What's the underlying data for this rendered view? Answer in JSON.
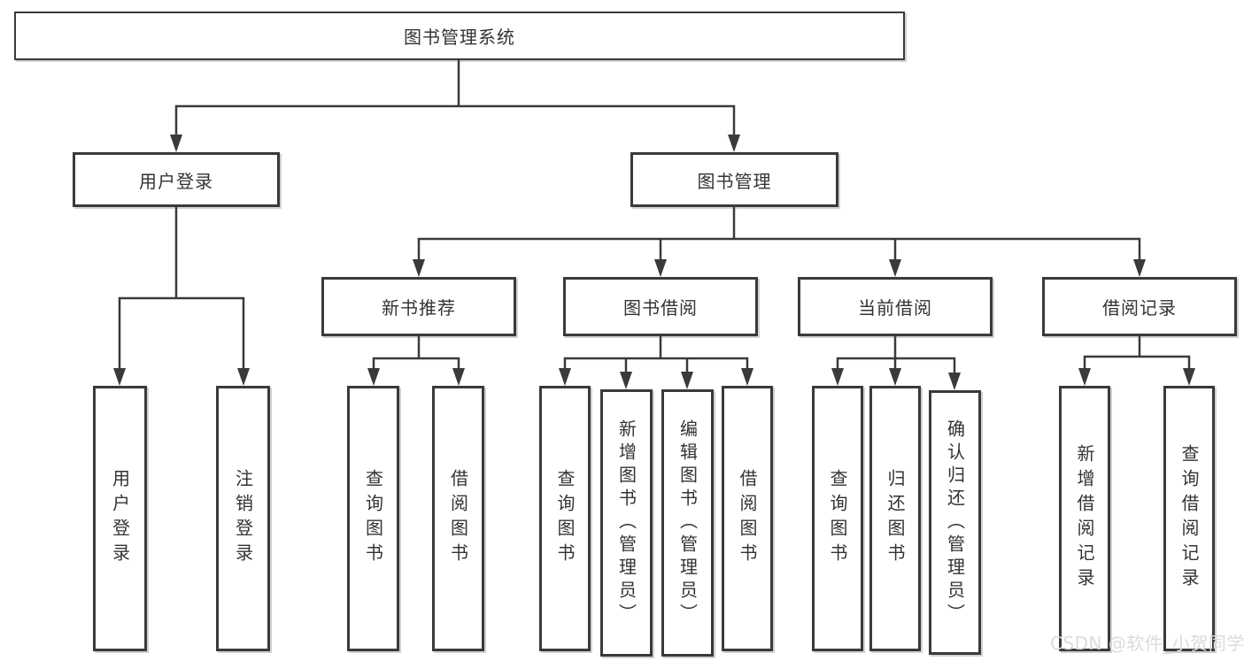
{
  "tree": {
    "root": {
      "label": "图书管理系统",
      "children": [
        {
          "label": "用户登录",
          "children": [
            {
              "label": "用户登录"
            },
            {
              "label": "注销登录"
            }
          ]
        },
        {
          "label": "图书管理",
          "children": [
            {
              "label": "新书推荐",
              "children": [
                {
                  "label": "查询图书"
                },
                {
                  "label": "借阅图书"
                }
              ]
            },
            {
              "label": "图书借阅",
              "children": [
                {
                  "label": "查询图书"
                },
                {
                  "label": "新增图书（管理员）"
                },
                {
                  "label": "编辑图书（管理员）"
                },
                {
                  "label": "借阅图书"
                }
              ]
            },
            {
              "label": "当前借阅",
              "children": [
                {
                  "label": "查询图书"
                },
                {
                  "label": "归还图书"
                },
                {
                  "label": "确认归还（管理员）"
                }
              ]
            },
            {
              "label": "借阅记录",
              "children": [
                {
                  "label": "新增借阅记录"
                },
                {
                  "label": "查询借阅记录"
                }
              ]
            }
          ]
        }
      ]
    }
  },
  "watermark": {
    "text": "CSDN @软件_小贺同学"
  },
  "colors": {
    "line": "#3a3a3a",
    "text": "#333333",
    "background": "#ffffff",
    "watermark": "#dcd9e2"
  }
}
